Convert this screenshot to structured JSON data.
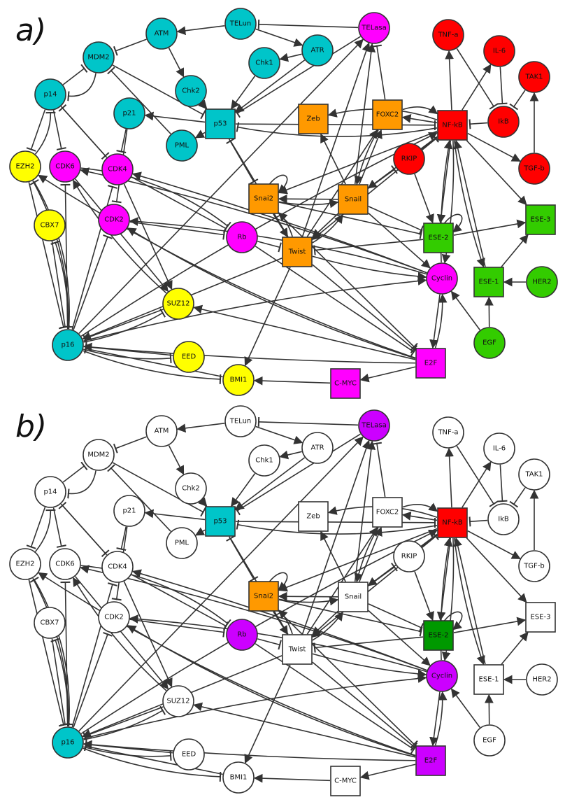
{
  "panels": [
    {
      "id": "a",
      "label": "a)",
      "mode": "colored"
    },
    {
      "id": "b",
      "label": "b)",
      "mode": "highlight"
    }
  ],
  "colors": {
    "cyan": "#00C5C9",
    "magenta": "#FF00FF",
    "yellow": "#FFFF00",
    "orange": "#FF9900",
    "red": "#FF0000",
    "green": "#33CC00",
    "purple": "#CC00FF",
    "dark_green": "#009900",
    "white": "#FFFFFF",
    "stroke": "#333333"
  },
  "nodes": [
    {
      "id": "TELun",
      "label": "TELun",
      "shape": "circle",
      "color": "cyan"
    },
    {
      "id": "ATM",
      "label": "ATM",
      "shape": "circle",
      "color": "cyan"
    },
    {
      "id": "TELasa",
      "label": "TELasa",
      "shape": "circle",
      "color": "magenta",
      "highlight": "purple"
    },
    {
      "id": "ATR",
      "label": "ATR",
      "shape": "circle",
      "color": "cyan"
    },
    {
      "id": "TNFa",
      "label": "TNF-a",
      "shape": "circle",
      "color": "red"
    },
    {
      "id": "IL6",
      "label": "IL-6",
      "shape": "circle",
      "color": "red"
    },
    {
      "id": "TAK1",
      "label": "TAK1",
      "shape": "circle",
      "color": "red"
    },
    {
      "id": "MDM2",
      "label": "MDM2",
      "shape": "circle",
      "color": "cyan"
    },
    {
      "id": "Chk2",
      "label": "Chk2",
      "shape": "circle",
      "color": "cyan"
    },
    {
      "id": "Chk1",
      "label": "Chk1",
      "shape": "circle",
      "color": "cyan"
    },
    {
      "id": "p14",
      "label": "p14",
      "shape": "circle",
      "color": "cyan"
    },
    {
      "id": "p21",
      "label": "p21",
      "shape": "circle",
      "color": "cyan"
    },
    {
      "id": "p53",
      "label": "p53",
      "shape": "square",
      "color": "cyan",
      "highlight": "cyan"
    },
    {
      "id": "Zeb",
      "label": "Zeb",
      "shape": "square",
      "color": "orange"
    },
    {
      "id": "FOXC2",
      "label": "FOXC2",
      "shape": "square",
      "color": "orange"
    },
    {
      "id": "NFkB",
      "label": "NF-kB",
      "shape": "square",
      "color": "red",
      "highlight": "red"
    },
    {
      "id": "IkB",
      "label": "IkB",
      "shape": "circle",
      "color": "red"
    },
    {
      "id": "PML",
      "label": "PML",
      "shape": "circle",
      "color": "cyan"
    },
    {
      "id": "TGFb",
      "label": "TGF-b",
      "shape": "circle",
      "color": "red"
    },
    {
      "id": "EZH2",
      "label": "EZH2",
      "shape": "circle",
      "color": "yellow"
    },
    {
      "id": "CDK6",
      "label": "CDK6",
      "shape": "circle",
      "color": "magenta"
    },
    {
      "id": "CDK4",
      "label": "CDK4",
      "shape": "circle",
      "color": "magenta"
    },
    {
      "id": "RKIP",
      "label": "RKIP",
      "shape": "circle",
      "color": "red"
    },
    {
      "id": "Snai2",
      "label": "Snai2",
      "shape": "square",
      "color": "orange",
      "highlight": "orange"
    },
    {
      "id": "Snail",
      "label": "Snail",
      "shape": "square",
      "color": "orange"
    },
    {
      "id": "CBX7",
      "label": "CBX7",
      "shape": "circle",
      "color": "yellow"
    },
    {
      "id": "CDK2",
      "label": "CDK2",
      "shape": "circle",
      "color": "magenta"
    },
    {
      "id": "ESE3",
      "label": "ESE-3",
      "shape": "square",
      "color": "green"
    },
    {
      "id": "ESE2",
      "label": "ESE-2",
      "shape": "square",
      "color": "green",
      "highlight": "dark_green"
    },
    {
      "id": "Rb",
      "label": "Rb",
      "shape": "circle",
      "color": "magenta",
      "highlight": "purple"
    },
    {
      "id": "Twist",
      "label": "Twist",
      "shape": "square",
      "color": "orange"
    },
    {
      "id": "Cyclin",
      "label": "Cyclin",
      "shape": "circle",
      "color": "magenta",
      "highlight": "purple"
    },
    {
      "id": "ESE1",
      "label": "ESE-1",
      "shape": "square",
      "color": "green"
    },
    {
      "id": "HER2",
      "label": "HER2",
      "shape": "circle",
      "color": "green"
    },
    {
      "id": "SUZ12",
      "label": "SUZ12",
      "shape": "circle",
      "color": "yellow"
    },
    {
      "id": "EGF",
      "label": "EGF",
      "shape": "circle",
      "color": "green"
    },
    {
      "id": "p16",
      "label": "p16",
      "shape": "circle",
      "color": "cyan",
      "highlight": "cyan"
    },
    {
      "id": "EED",
      "label": "EED",
      "shape": "circle",
      "color": "yellow"
    },
    {
      "id": "E2F",
      "label": "E2F",
      "shape": "square",
      "color": "magenta",
      "highlight": "purple"
    },
    {
      "id": "BMI1",
      "label": "BMI1",
      "shape": "circle",
      "color": "yellow"
    },
    {
      "id": "CMYC",
      "label": "C-MYC",
      "shape": "square",
      "color": "magenta"
    }
  ],
  "edges": [
    {
      "from": "TELun",
      "to": "ATM",
      "type": "activate"
    },
    {
      "from": "TELun",
      "to": "ATR",
      "type": "activate"
    },
    {
      "from": "TELasa",
      "to": "TELun",
      "type": "inhibit"
    },
    {
      "from": "ATM",
      "to": "MDM2",
      "type": "inhibit"
    },
    {
      "from": "ATM",
      "to": "Chk2",
      "type": "activate"
    },
    {
      "from": "ATR",
      "to": "Chk1",
      "type": "activate"
    },
    {
      "from": "ATR",
      "to": "p53",
      "type": "activate"
    },
    {
      "from": "Chk2",
      "to": "p53",
      "type": "activate"
    },
    {
      "from": "Chk1",
      "to": "p53",
      "type": "activate"
    },
    {
      "from": "MDM2",
      "to": "p53",
      "type": "inhibit"
    },
    {
      "from": "MDM2",
      "to": "p14",
      "type": "inhibit",
      "curve": -40
    },
    {
      "from": "p14",
      "to": "MDM2",
      "type": "inhibit"
    },
    {
      "from": "p53",
      "to": "p21",
      "type": "activate"
    },
    {
      "from": "p53",
      "to": "PML",
      "type": "activate"
    },
    {
      "from": "PML",
      "to": "MDM2",
      "type": "inhibit"
    },
    {
      "from": "p21",
      "to": "CDK4",
      "type": "inhibit"
    },
    {
      "from": "p21",
      "to": "CDK2",
      "type": "inhibit"
    },
    {
      "from": "p14",
      "to": "EZH2",
      "type": "inhibit"
    },
    {
      "from": "EZH2",
      "to": "p14",
      "type": "inhibit",
      "curve": 20
    },
    {
      "from": "p14",
      "to": "CDK6",
      "type": "inhibit"
    },
    {
      "from": "CDK4",
      "to": "p14",
      "type": "inhibit"
    },
    {
      "from": "p14",
      "to": "CDK4",
      "type": "inhibit"
    },
    {
      "from": "CDK6",
      "to": "Rb",
      "type": "inhibit",
      "curve": -40
    },
    {
      "from": "CDK4",
      "to": "Rb",
      "type": "inhibit"
    },
    {
      "from": "CDK2",
      "to": "Rb",
      "type": "inhibit"
    },
    {
      "from": "EZH2",
      "to": "p16",
      "type": "inhibit"
    },
    {
      "from": "p16",
      "to": "EZH2",
      "type": "inhibit",
      "curve": 40
    },
    {
      "from": "CBX7",
      "to": "p16",
      "type": "inhibit"
    },
    {
      "from": "p16",
      "to": "CBX7",
      "type": "inhibit",
      "curve": 15
    },
    {
      "from": "p16",
      "to": "CDK6",
      "type": "inhibit"
    },
    {
      "from": "p16",
      "to": "CDK4",
      "type": "inhibit"
    },
    {
      "from": "p16",
      "to": "CDK2",
      "type": "inhibit"
    },
    {
      "from": "SUZ12",
      "to": "p16",
      "type": "inhibit"
    },
    {
      "from": "p16",
      "to": "SUZ12",
      "type": "inhibit",
      "curve": 15
    },
    {
      "from": "EED",
      "to": "p16",
      "type": "inhibit"
    },
    {
      "from": "p16",
      "to": "EED",
      "type": "inhibit",
      "curve": 15
    },
    {
      "from": "BMI1",
      "to": "p16",
      "type": "inhibit"
    },
    {
      "from": "p16",
      "to": "BMI1",
      "type": "inhibit",
      "curve": 20
    },
    {
      "from": "EZH2",
      "to": "p16",
      "type": "inhibit",
      "curve": -35
    },
    {
      "from": "p16",
      "to": "TELasa",
      "type": "activate"
    },
    {
      "from": "p16",
      "to": "NFkB",
      "type": "activate",
      "curve": -20
    },
    {
      "from": "p16",
      "to": "Cyclin",
      "type": "activate",
      "curve": -20
    },
    {
      "from": "E2F",
      "to": "p16",
      "type": "activate",
      "curve": -10
    },
    {
      "from": "E2F",
      "to": "EZH2",
      "type": "activate",
      "curve": -40
    },
    {
      "from": "E2F",
      "to": "CDK2",
      "type": "activate",
      "curve": -30
    },
    {
      "from": "E2F",
      "to": "SUZ12",
      "type": "activate"
    },
    {
      "from": "E2F",
      "to": "CMYC",
      "type": "activate"
    },
    {
      "from": "CMYC",
      "to": "BMI1",
      "type": "activate"
    },
    {
      "from": "Twist",
      "to": "BMI1",
      "type": "activate"
    },
    {
      "from": "Rb",
      "to": "E2F",
      "type": "inhibit"
    },
    {
      "from": "Twist",
      "to": "E2F",
      "type": "inhibit"
    },
    {
      "from": "Snai2",
      "to": "E2F",
      "type": "inhibit"
    },
    {
      "from": "Cyclin",
      "to": "E2F",
      "type": "activate"
    },
    {
      "from": "E2F",
      "to": "Cyclin",
      "type": "activate",
      "curve": 10
    },
    {
      "from": "EGF",
      "to": "Cyclin",
      "type": "activate"
    },
    {
      "from": "EGF",
      "to": "ESE1",
      "type": "activate"
    },
    {
      "from": "HER2",
      "to": "ESE1",
      "type": "activate"
    },
    {
      "from": "ESE1",
      "to": "ESE3",
      "type": "activate"
    },
    {
      "from": "ESE1",
      "to": "NFkB",
      "type": "activate"
    },
    {
      "from": "NFkB",
      "to": "ESE1",
      "type": "activate",
      "curve": 12
    },
    {
      "from": "NFkB",
      "to": "ESE3",
      "type": "activate"
    },
    {
      "from": "NFkB",
      "to": "ESE2",
      "type": "activate"
    },
    {
      "from": "ESE2",
      "to": "ESE3",
      "type": "activate"
    },
    {
      "from": "NFkB",
      "to": "Cyclin",
      "type": "activate",
      "curve": -12
    },
    {
      "from": "Cyclin",
      "to": "NFkB",
      "type": "activate",
      "curve": -12
    },
    {
      "from": "NFkB",
      "to": "TNFa",
      "type": "activate"
    },
    {
      "from": "NFkB",
      "to": "IL6",
      "type": "activate"
    },
    {
      "from": "NFkB",
      "to": "TGFb",
      "type": "activate"
    },
    {
      "from": "NFkB",
      "to": "FOXC2",
      "type": "activate"
    },
    {
      "from": "FOXC2",
      "to": "NFkB",
      "type": "activate",
      "curve": -25
    },
    {
      "from": "NFkB",
      "to": "Zeb",
      "type": "activate",
      "curve": 30
    },
    {
      "from": "NFkB",
      "to": "Snail",
      "type": "activate"
    },
    {
      "from": "NFkB",
      "to": "Snai2",
      "type": "activate"
    },
    {
      "from": "NFkB",
      "to": "Twist",
      "type": "activate"
    },
    {
      "from": "NFkB",
      "to": "p53",
      "type": "inhibit",
      "curve": -30
    },
    {
      "from": "p53",
      "to": "NFkB",
      "type": "inhibit"
    },
    {
      "from": "IkB",
      "to": "NFkB",
      "type": "inhibit"
    },
    {
      "from": "TNFa",
      "to": "IkB",
      "type": "inhibit"
    },
    {
      "from": "IL6",
      "to": "IkB",
      "type": "inhibit"
    },
    {
      "from": "TAK1",
      "to": "IkB",
      "type": "inhibit"
    },
    {
      "from": "TGFb",
      "to": "TAK1",
      "type": "activate"
    },
    {
      "from": "RKIP",
      "to": "NFkB",
      "type": "inhibit"
    },
    {
      "from": "Snail",
      "to": "RKIP",
      "type": "inhibit"
    },
    {
      "from": "RKIP",
      "to": "ESE2",
      "type": "activate"
    },
    {
      "from": "Snail",
      "to": "Zeb",
      "type": "activate"
    },
    {
      "from": "Snail",
      "to": "FOXC2",
      "type": "activate"
    },
    {
      "from": "FOXC2",
      "to": "Snail",
      "type": "activate",
      "curve": 10
    },
    {
      "from": "Twist",
      "to": "FOXC2",
      "type": "activate"
    },
    {
      "from": "FOXC2",
      "to": "TELasa",
      "type": "inhibit"
    },
    {
      "from": "Snail",
      "to": "TELasa",
      "type": "activate"
    },
    {
      "from": "Twist",
      "to": "TELasa",
      "type": "activate"
    },
    {
      "from": "TELasa",
      "to": "p53",
      "type": "inhibit"
    },
    {
      "from": "p53",
      "to": "Snai2",
      "type": "inhibit"
    },
    {
      "from": "Snai2",
      "to": "Snai2",
      "type": "self-activate"
    },
    {
      "from": "Snail",
      "to": "Snai2",
      "type": "activate"
    },
    {
      "from": "Snai2",
      "to": "Snail",
      "type": "activate",
      "curve": 12
    },
    {
      "from": "Snail",
      "to": "Twist",
      "type": "activate"
    },
    {
      "from": "Twist",
      "to": "Snail",
      "type": "activate",
      "curve": 12
    },
    {
      "from": "Snai2",
      "to": "Twist",
      "type": "activate"
    },
    {
      "from": "Twist",
      "to": "Snai2",
      "type": "activate",
      "curve": 12
    },
    {
      "from": "Snail",
      "to": "ESE2",
      "type": "inhibit"
    },
    {
      "from": "Snai2",
      "to": "ESE2",
      "type": "inhibit"
    },
    {
      "from": "ESE2",
      "to": "Twist",
      "type": "inhibit"
    },
    {
      "from": "ESE2",
      "to": "ESE2",
      "type": "self-activate"
    },
    {
      "from": "Twist",
      "to": "Cyclin",
      "type": "activate",
      "curve": 10
    },
    {
      "from": "Snail",
      "to": "Cyclin",
      "type": "activate"
    },
    {
      "from": "Cyclin",
      "to": "CDK4",
      "type": "activate",
      "curve": 10
    },
    {
      "from": "Cyclin",
      "to": "CDK6",
      "type": "activate",
      "curve": 20
    },
    {
      "from": "Cyclin",
      "to": "CDK2",
      "type": "activate",
      "curve": 25
    },
    {
      "from": "Twist",
      "to": "p53",
      "type": "inhibit"
    },
    {
      "from": "Twist",
      "to": "p16",
      "type": "activate"
    },
    {
      "from": "Rb",
      "to": "Twist",
      "type": "inhibit"
    },
    {
      "from": "CDK4",
      "to": "SUZ12",
      "type": "activate"
    },
    {
      "from": "CDK6",
      "to": "SUZ12",
      "type": "activate"
    },
    {
      "from": "SUZ12",
      "to": "CDK6",
      "type": "activate",
      "curve": -20
    }
  ]
}
